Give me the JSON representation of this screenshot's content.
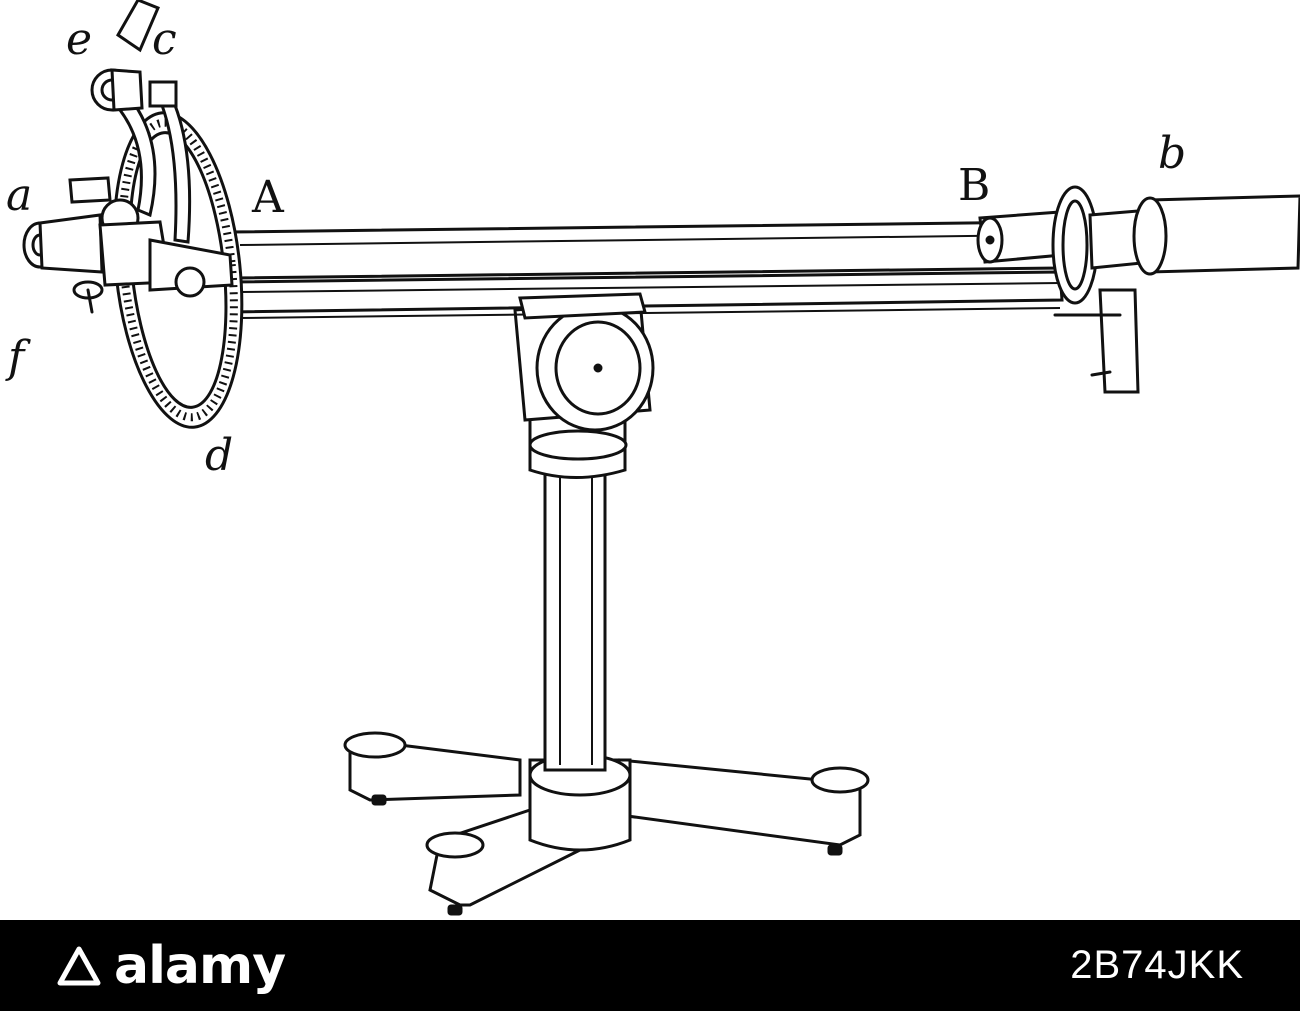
{
  "figure": {
    "labels": {
      "A": "A",
      "B": "B",
      "a": "a",
      "b": "b",
      "c": "c",
      "d": "d",
      "e": "e",
      "f": "f"
    }
  },
  "stock_bar": {
    "brand": "alamy",
    "image_id": "2B74JKK",
    "colors": {
      "background": "#000000",
      "text": "#ffffff"
    }
  }
}
